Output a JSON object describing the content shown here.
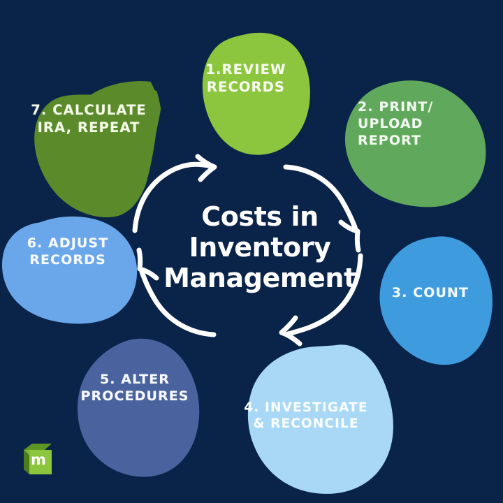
{
  "background_color": "#0a2349",
  "center": {
    "title_line1": "Costs in",
    "title_line2": "Inventory",
    "title_line3": "Management",
    "text_color": "#ffffff"
  },
  "steps": [
    {
      "id": "step-1",
      "number": "1.",
      "line1": "1.REVIEW",
      "line2": "RECORDS",
      "blob_color": "#8CC63E",
      "text_color": "#f7fbef"
    },
    {
      "id": "step-2",
      "number": "2.",
      "line1": "2. PRINT/",
      "line2": "UPLOAD",
      "line3": "REPORT",
      "blob_color": "#5FA85C",
      "text_color": "#f2faef"
    },
    {
      "id": "step-3",
      "number": "3.",
      "line1": "3. COUNT",
      "blob_color": "#3E9BDE",
      "text_color": "#f4fbff"
    },
    {
      "id": "step-4",
      "number": "4.",
      "line1": "4. INVESTIGATE",
      "line2": "& RECONCILE",
      "blob_color": "#A8D8F5",
      "text_color": "#f8fdff"
    },
    {
      "id": "step-5",
      "number": "5.",
      "line1": "5. ALTER",
      "line2": "PROCEDURES",
      "blob_color": "#4A639F",
      "text_color": "#f6f9ff"
    },
    {
      "id": "step-6",
      "number": "6.",
      "line1": "6. ADJUST",
      "line2": "RECORDS",
      "blob_color": "#6AA6EA",
      "text_color": "#f7fbff"
    },
    {
      "id": "step-7",
      "number": "7.",
      "line1": "7. CALCULATE",
      "line2": "IRA, REPEAT",
      "blob_color": "#5A8A2A",
      "text_color": "#f4fbe6"
    }
  ],
  "arrows": [
    {
      "id": "arrow-1",
      "direction": "up-right",
      "color": "#ffffff"
    },
    {
      "id": "arrow-2",
      "direction": "down-right",
      "color": "#ffffff"
    },
    {
      "id": "arrow-3",
      "direction": "down-left",
      "color": "#ffffff"
    },
    {
      "id": "arrow-4",
      "direction": "up-left",
      "color": "#ffffff"
    }
  ],
  "logo": {
    "letter": "m",
    "front_color": "#8CC63E",
    "top_color": "#5E9623",
    "side_color": "#4C7A1C",
    "letter_color": "#ffffff"
  }
}
